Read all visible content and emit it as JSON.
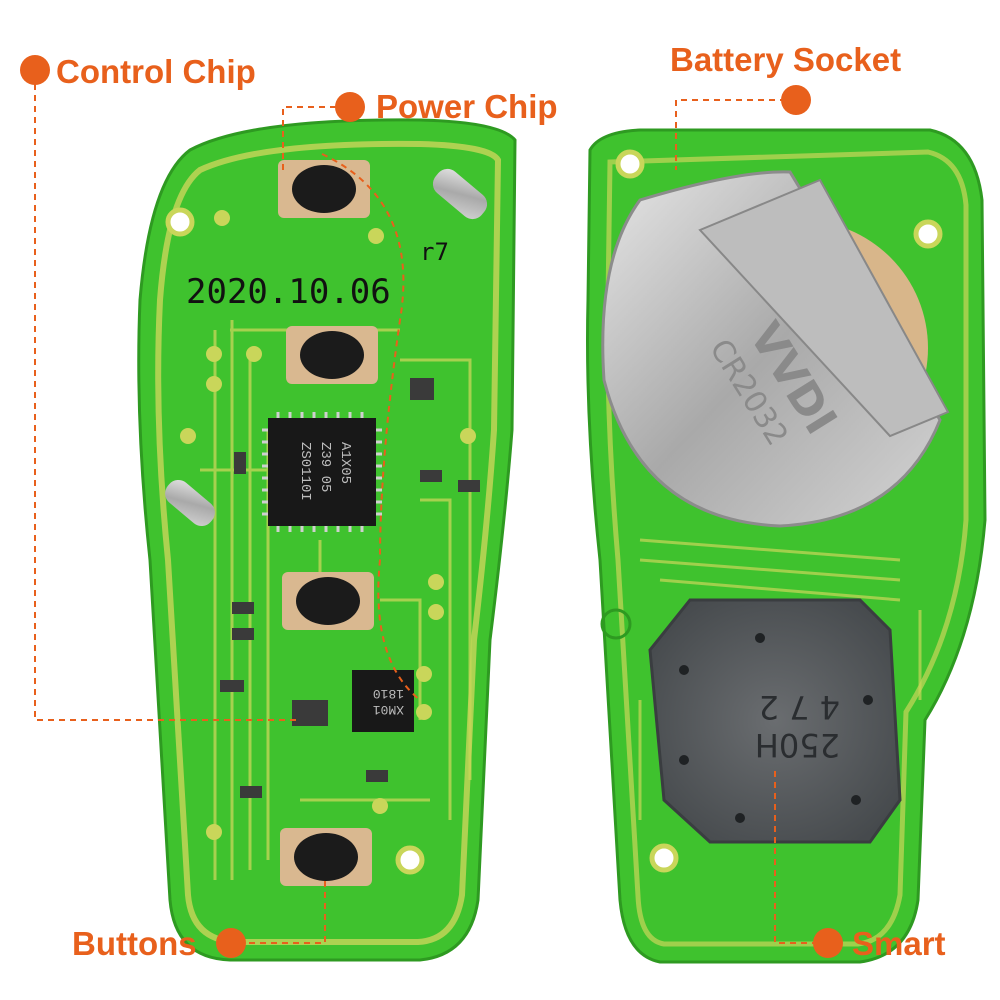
{
  "labels": {
    "control_chip": "Control Chip",
    "power_chip": "Power Chip",
    "battery_socket": "Battery Socket",
    "buttons": "Buttons",
    "smart": "Smart"
  },
  "board_print": {
    "date": "2020.10.06",
    "mark": "r7",
    "chip1_lines": [
      "A1X05",
      "Z39 05",
      "ZS0110I"
    ],
    "chip2_lines": [
      "XM01",
      "1810"
    ],
    "battery_brand": "VVDI",
    "battery_model": "CR2032",
    "smart_chip_lines": [
      "250H",
      "4 7 2"
    ]
  },
  "colors": {
    "accent": "#e8601c",
    "pcb_green": "#3fc22e",
    "trace_yellow": "#c9d65a",
    "metal": "#b9b9b9",
    "epoxy": "#5a5d60"
  }
}
